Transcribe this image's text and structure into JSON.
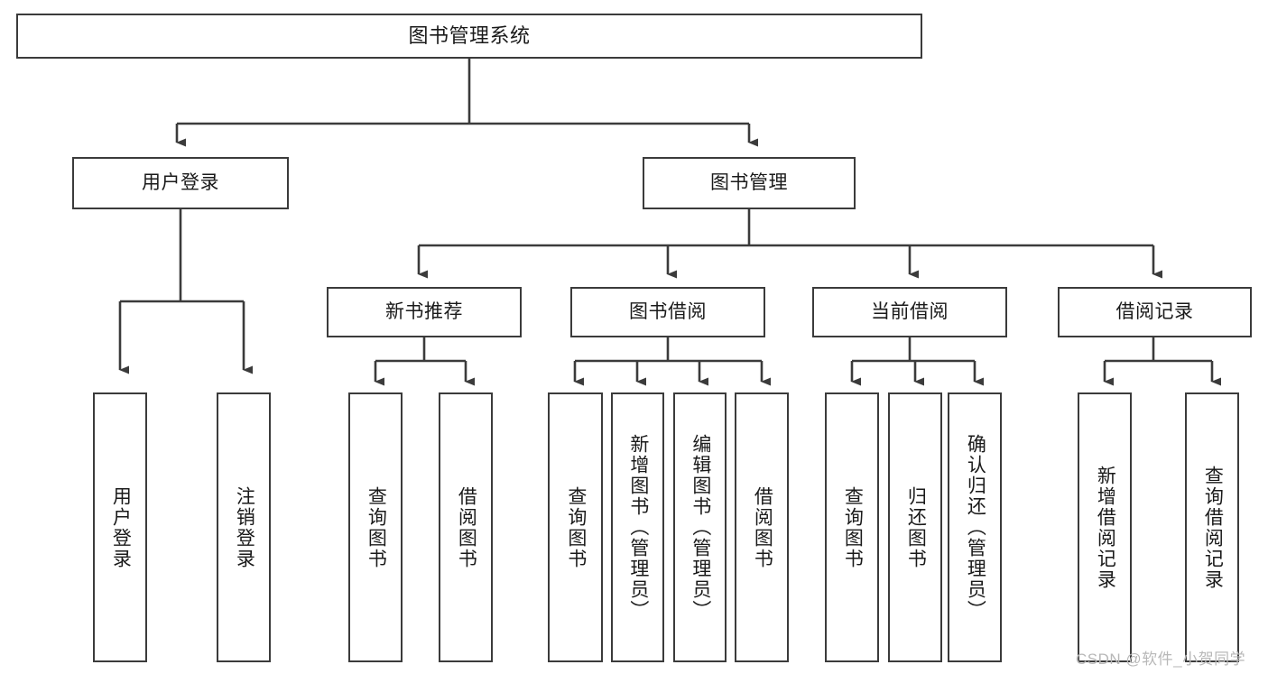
{
  "diagram": {
    "title": "图书管理系统",
    "type": "hierarchy-tree",
    "stroke_color": "#3b3b3b",
    "background_color": "#ffffff",
    "nodes": {
      "root": {
        "label": "图书管理系统"
      },
      "level2": [
        {
          "label": "用户登录"
        },
        {
          "label": "图书管理"
        }
      ],
      "level3": [
        {
          "label": "新书推荐"
        },
        {
          "label": "图书借阅"
        },
        {
          "label": "当前借阅"
        },
        {
          "label": "借阅记录"
        }
      ],
      "leaves_user_login": [
        {
          "label": "用户登录"
        },
        {
          "label": "注销登录"
        }
      ],
      "leaves_new_book": [
        {
          "label": "查询图书"
        },
        {
          "label": "借阅图书"
        }
      ],
      "leaves_borrow": [
        {
          "label": "查询图书"
        },
        {
          "label": "新增图书（管理员）"
        },
        {
          "label": "编辑图书（管理员）"
        },
        {
          "label": "借阅图书"
        }
      ],
      "leaves_current": [
        {
          "label": "查询图书"
        },
        {
          "label": "归还图书"
        },
        {
          "label": "确认归还（管理员）"
        }
      ],
      "leaves_records": [
        {
          "label": "新增借阅记录"
        },
        {
          "label": "查询借阅记录"
        }
      ]
    }
  },
  "watermark": {
    "text": "CSDN @软件_小贺同学"
  }
}
